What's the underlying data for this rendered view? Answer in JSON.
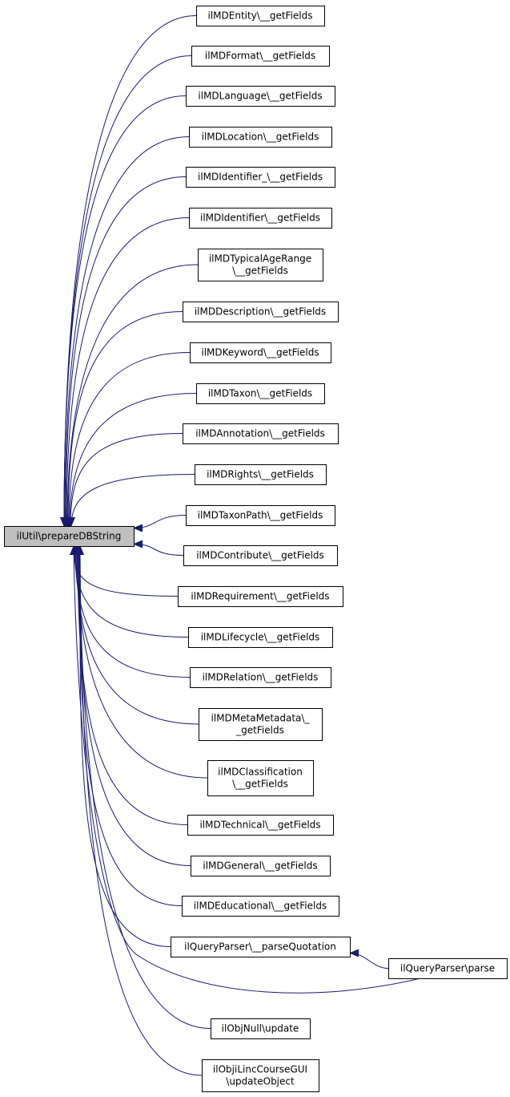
{
  "graph": {
    "edge_color": "#191970",
    "root_fill": "#bfbfbf",
    "node_fill": "#ffffff",
    "border_color": "#000000",
    "root": {
      "label": "ilUtil\\prepareDBString"
    },
    "callers": [
      {
        "lines": [
          "ilMDEntity\\__getFields"
        ]
      },
      {
        "lines": [
          "ilMDFormat\\__getFields"
        ]
      },
      {
        "lines": [
          "ilMDLanguage\\__getFields"
        ]
      },
      {
        "lines": [
          "ilMDLocation\\__getFields"
        ]
      },
      {
        "lines": [
          "ilMDIdentifier_\\__getFields"
        ]
      },
      {
        "lines": [
          "ilMDIdentifier\\__getFields"
        ]
      },
      {
        "lines": [
          "ilMDTypicalAgeRange",
          "\\__getFields"
        ]
      },
      {
        "lines": [
          "ilMDDescription\\__getFields"
        ]
      },
      {
        "lines": [
          "ilMDKeyword\\__getFields"
        ]
      },
      {
        "lines": [
          "ilMDTaxon\\__getFields"
        ]
      },
      {
        "lines": [
          "ilMDAnnotation\\__getFields"
        ]
      },
      {
        "lines": [
          "ilMDRights\\__getFields"
        ]
      },
      {
        "lines": [
          "ilMDTaxonPath\\__getFields"
        ]
      },
      {
        "lines": [
          "ilMDContribute\\__getFields"
        ]
      },
      {
        "lines": [
          "ilMDRequirement\\__getFields"
        ]
      },
      {
        "lines": [
          "ilMDLifecycle\\__getFields"
        ]
      },
      {
        "lines": [
          "ilMDRelation\\__getFields"
        ]
      },
      {
        "lines": [
          "ilMDMetaMetadata\\_",
          "_getFields"
        ]
      },
      {
        "lines": [
          "ilMDClassification",
          "\\__getFields"
        ]
      },
      {
        "lines": [
          "ilMDTechnical\\__getFields"
        ]
      },
      {
        "lines": [
          "ilMDGeneral\\__getFields"
        ]
      },
      {
        "lines": [
          "ilMDEducational\\__getFields"
        ]
      },
      {
        "lines": [
          "ilQueryParser\\__parseQuotation"
        ]
      },
      {
        "lines": [
          "ilObjNull\\update"
        ]
      },
      {
        "lines": [
          "ilObjiLincCourseGUI",
          "\\updateObject"
        ]
      }
    ],
    "secondary": {
      "label": "ilQueryParser\\parse"
    }
  }
}
